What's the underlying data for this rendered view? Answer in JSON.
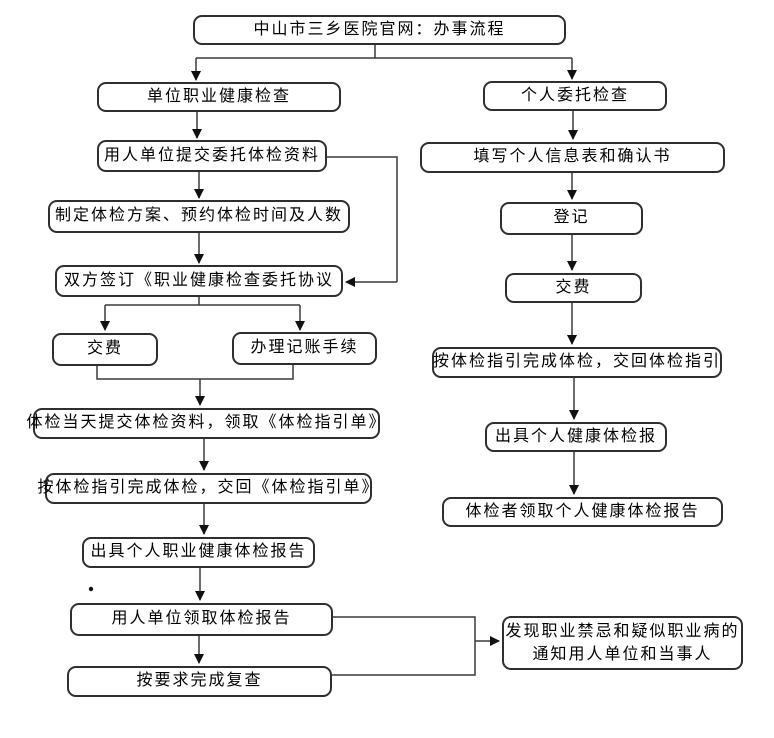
{
  "flowchart": {
    "title": "中山市三乡医院官网：办事流程",
    "nodes": {
      "title": "中山市三乡医院官网：办事流程",
      "unit_check": "单位职业健康检查",
      "submit_materials": "用人单位提交委托体检资料",
      "make_plan": "制定体检方案、预约体检时间及人数",
      "sign_agreement": "双方签订《职业健康检查委托协议",
      "pay_left": "交费",
      "bookkeeping": "办理记账手续",
      "day_materials": "体检当天提交体检资料，领取《体检指引单》",
      "finish_exam_left": "按体检指引完成体检，交回《体检指引单》",
      "issue_report_left": "出具个人职业健康体检报告",
      "unit_receive_report": "用人单位领取体检报告",
      "recheck": "按要求完成复查",
      "notify_line1": "发现职业禁忌和疑似职业病的",
      "notify_line2": "通知用人单位和当事人",
      "personal_check": "个人委托检查",
      "fill_form": "填写个人信息表和确认书",
      "register": "登记",
      "pay_right": "交费",
      "finish_exam_right": "按体检指引完成体检，交回体检指引",
      "issue_report_right": "出具个人健康体检报",
      "personal_receive_report": "体检者领取个人健康体检报告"
    },
    "edges": [
      {
        "from": "title",
        "to": "unit_check"
      },
      {
        "from": "title",
        "to": "personal_check"
      },
      {
        "from": "unit_check",
        "to": "submit_materials"
      },
      {
        "from": "submit_materials",
        "to": "make_plan"
      },
      {
        "from": "submit_materials",
        "to": "sign_agreement"
      },
      {
        "from": "make_plan",
        "to": "sign_agreement"
      },
      {
        "from": "sign_agreement",
        "to": "pay_left"
      },
      {
        "from": "sign_agreement",
        "to": "bookkeeping"
      },
      {
        "from": "pay_left",
        "to": "day_materials"
      },
      {
        "from": "bookkeeping",
        "to": "day_materials"
      },
      {
        "from": "day_materials",
        "to": "finish_exam_left"
      },
      {
        "from": "finish_exam_left",
        "to": "issue_report_left"
      },
      {
        "from": "issue_report_left",
        "to": "unit_receive_report"
      },
      {
        "from": "unit_receive_report",
        "to": "recheck"
      },
      {
        "from": "unit_receive_report",
        "to": "notify"
      },
      {
        "from": "recheck",
        "to": "notify"
      },
      {
        "from": "personal_check",
        "to": "fill_form"
      },
      {
        "from": "fill_form",
        "to": "register"
      },
      {
        "from": "register",
        "to": "pay_right"
      },
      {
        "from": "pay_right",
        "to": "finish_exam_right"
      },
      {
        "from": "finish_exam_right",
        "to": "issue_report_right"
      },
      {
        "from": "issue_report_right",
        "to": "personal_receive_report"
      }
    ],
    "colors": {
      "background": "#ffffff",
      "line": "#3a3a3a",
      "border": "#2f2f2f",
      "text": "#000000",
      "arrowhead": "#111111"
    }
  }
}
